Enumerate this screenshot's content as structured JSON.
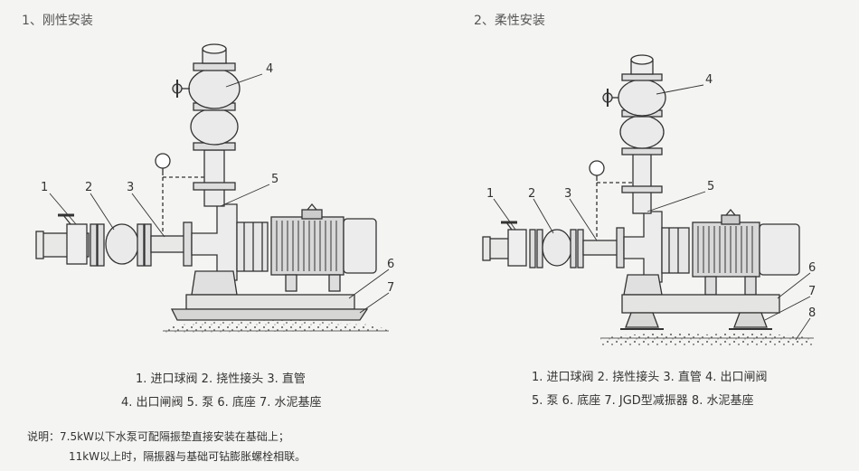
{
  "rigid": {
    "title": "1、刚性安装",
    "callouts": [
      "1",
      "2",
      "3",
      "4",
      "5",
      "6",
      "7"
    ],
    "legend": [
      "1. 进口球阀   2. 挠性接头   3. 直管",
      "4. 出口闸阀   5. 泵   6. 底座   7. 水泥基座"
    ]
  },
  "flexible": {
    "title": "2、柔性安装",
    "callouts": [
      "1",
      "2",
      "3",
      "4",
      "5",
      "6",
      "7",
      "8"
    ],
    "legend": [
      "1. 进口球阀   2. 挠性接头   3. 直管   4. 出口闸阀",
      "5. 泵   6. 底座   7. JGD型减振器   8. 水泥基座"
    ]
  },
  "note": {
    "line1": "说明：7.5kW以下水泵可配隔振垫直接安装在基础上；",
    "line2": "11kW以上时，隔振器与基础可钻膨胀螺栓相联。"
  },
  "colors": {
    "line": "#333333",
    "paper": "#f4f4f2"
  }
}
